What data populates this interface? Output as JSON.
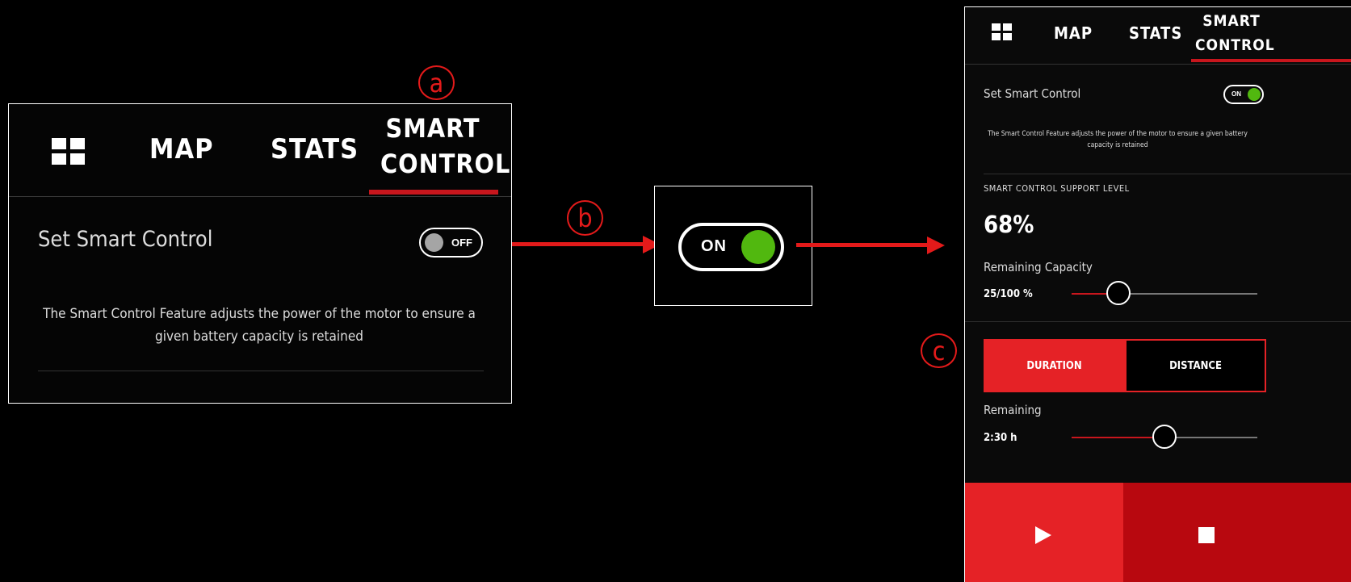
{
  "annotations": {
    "a": "a",
    "b": "b",
    "c": "c"
  },
  "nav": {
    "map": "MAP",
    "stats": "STATS",
    "smart_control": "SMART\nCONTROL",
    "grid_icon": "grid-icon"
  },
  "settings": {
    "set_smart_control_label": "Set Smart Control",
    "toggle_off_label": "OFF",
    "toggle_on_label": "ON",
    "description": "The Smart Control Feature adjusts the power of the motor to ensure a given battery capacity is retained"
  },
  "smart_control": {
    "support_level_heading": "SMART CONTROL SUPPORT LEVEL",
    "support_level_value": "68%",
    "remaining_capacity_label": "Remaining Capacity",
    "remaining_capacity_value": "25/100 %",
    "remaining_capacity_fraction": 0.25,
    "mode_duration": "DURATION",
    "mode_distance": "DISTANCE",
    "remaining_label": "Remaining",
    "remaining_value": "2:30 h",
    "remaining_time_fraction": 0.5,
    "play_icon": "play-icon",
    "stop_icon": "stop-icon"
  },
  "colors": {
    "accent_red": "#e52226",
    "dark_red": "#b8080f",
    "toggle_green": "#51b80f",
    "toggle_off_gray": "#a5a5a5"
  }
}
